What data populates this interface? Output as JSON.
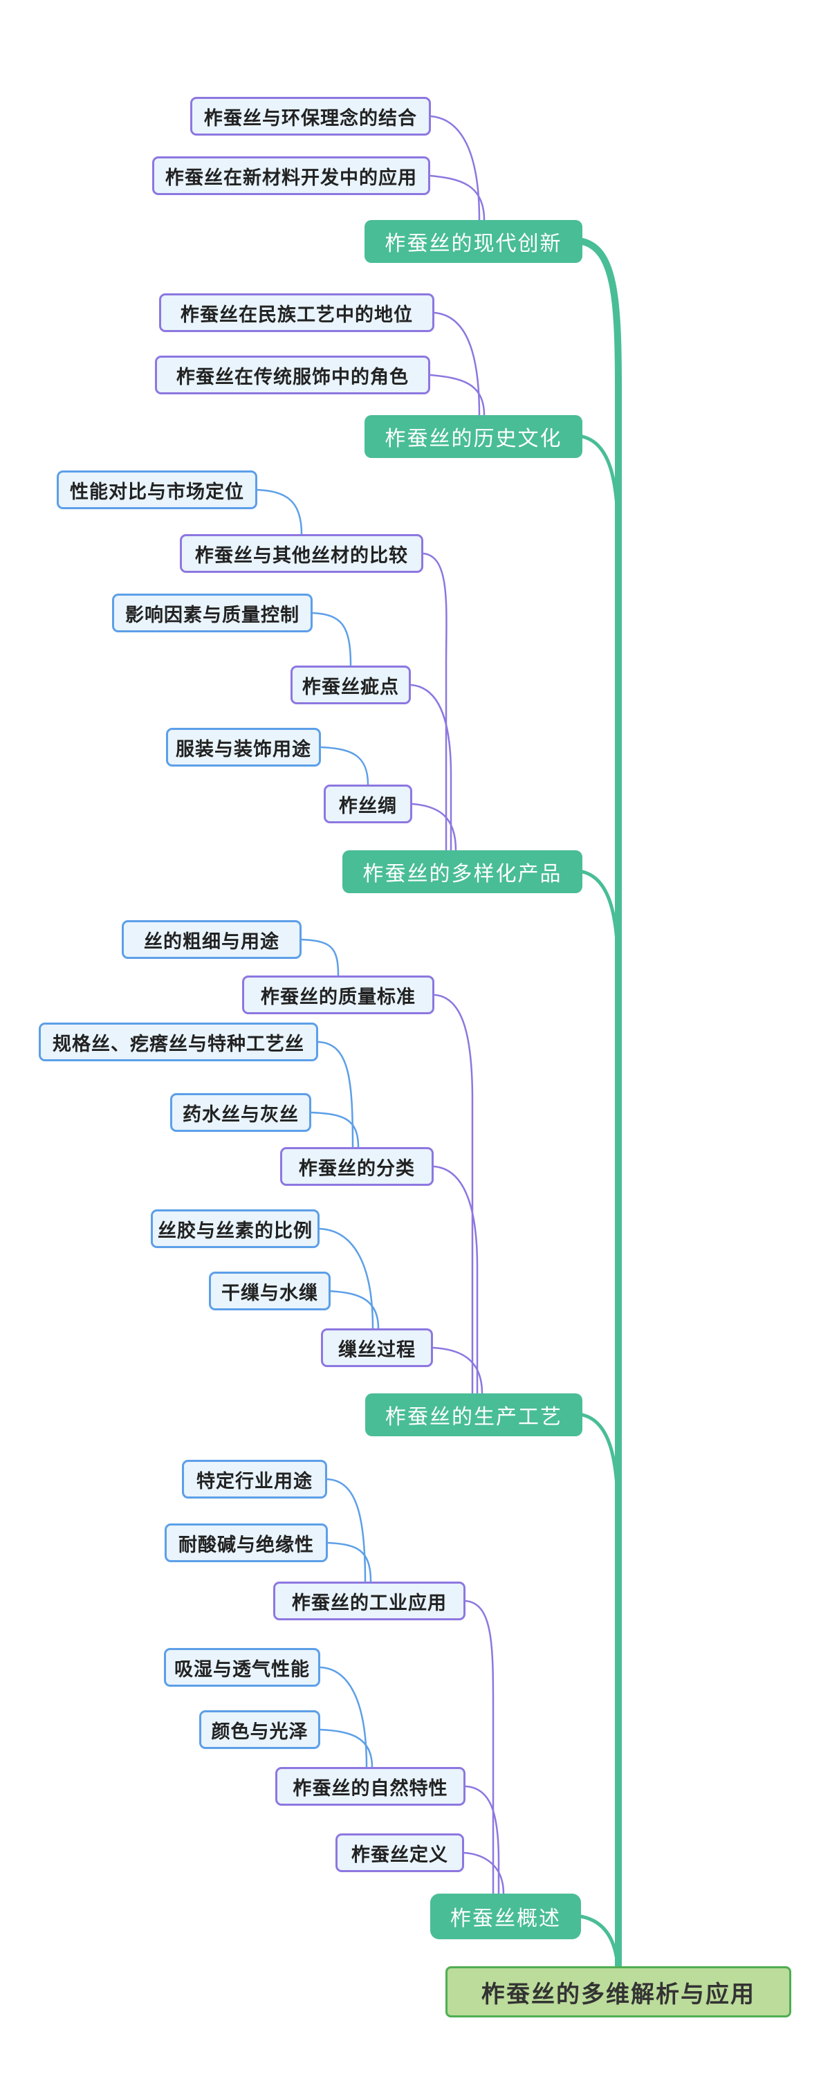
{
  "root": {
    "label": "柞蚕丝的多维解析与应用"
  },
  "branches": [
    {
      "label": "柞蚕丝的现代创新",
      "children": [
        {
          "label": "柞蚕丝与环保理念的结合",
          "children": []
        },
        {
          "label": "柞蚕丝在新材料开发中的应用",
          "children": []
        }
      ]
    },
    {
      "label": "柞蚕丝的历史文化",
      "children": [
        {
          "label": "柞蚕丝在民族工艺中的地位",
          "children": []
        },
        {
          "label": "柞蚕丝在传统服饰中的角色",
          "children": []
        }
      ]
    },
    {
      "label": "柞蚕丝的多样化产品",
      "children": [
        {
          "label": "柞蚕丝与其他丝材的比较",
          "children": [
            {
              "label": "性能对比与市场定位"
            }
          ]
        },
        {
          "label": "柞蚕丝疵点",
          "children": [
            {
              "label": "影响因素与质量控制"
            }
          ]
        },
        {
          "label": "柞丝绸",
          "children": [
            {
              "label": "服装与装饰用途"
            }
          ]
        }
      ]
    },
    {
      "label": "柞蚕丝的生产工艺",
      "children": [
        {
          "label": "柞蚕丝的质量标准",
          "children": [
            {
              "label": "丝的粗细与用途"
            }
          ]
        },
        {
          "label": "柞蚕丝的分类",
          "children": [
            {
              "label": "规格丝、疙瘩丝与特种工艺丝"
            },
            {
              "label": "药水丝与灰丝"
            }
          ]
        },
        {
          "label": "缫丝过程",
          "children": [
            {
              "label": "丝胶与丝素的比例"
            },
            {
              "label": "干缫与水缫"
            }
          ]
        }
      ]
    },
    {
      "label": "柞蚕丝概述",
      "children": [
        {
          "label": "柞蚕丝的工业应用",
          "children": [
            {
              "label": "特定行业用途"
            },
            {
              "label": "耐酸碱与绝缘性"
            }
          ]
        },
        {
          "label": "柞蚕丝的自然特性",
          "children": [
            {
              "label": "吸湿与透气性能"
            },
            {
              "label": "颜色与光泽"
            }
          ]
        },
        {
          "label": "柞蚕丝定义",
          "children": []
        }
      ]
    }
  ],
  "colors": {
    "topic_fill": "#49BD96",
    "root_fill": "#BCDC9B",
    "root_border": "#4FAE52",
    "child_fill": "#E9F4FC",
    "subtopic_border": "#8D77E0",
    "detail_border": "#5C9FE8",
    "trunk": "#49BD96"
  }
}
